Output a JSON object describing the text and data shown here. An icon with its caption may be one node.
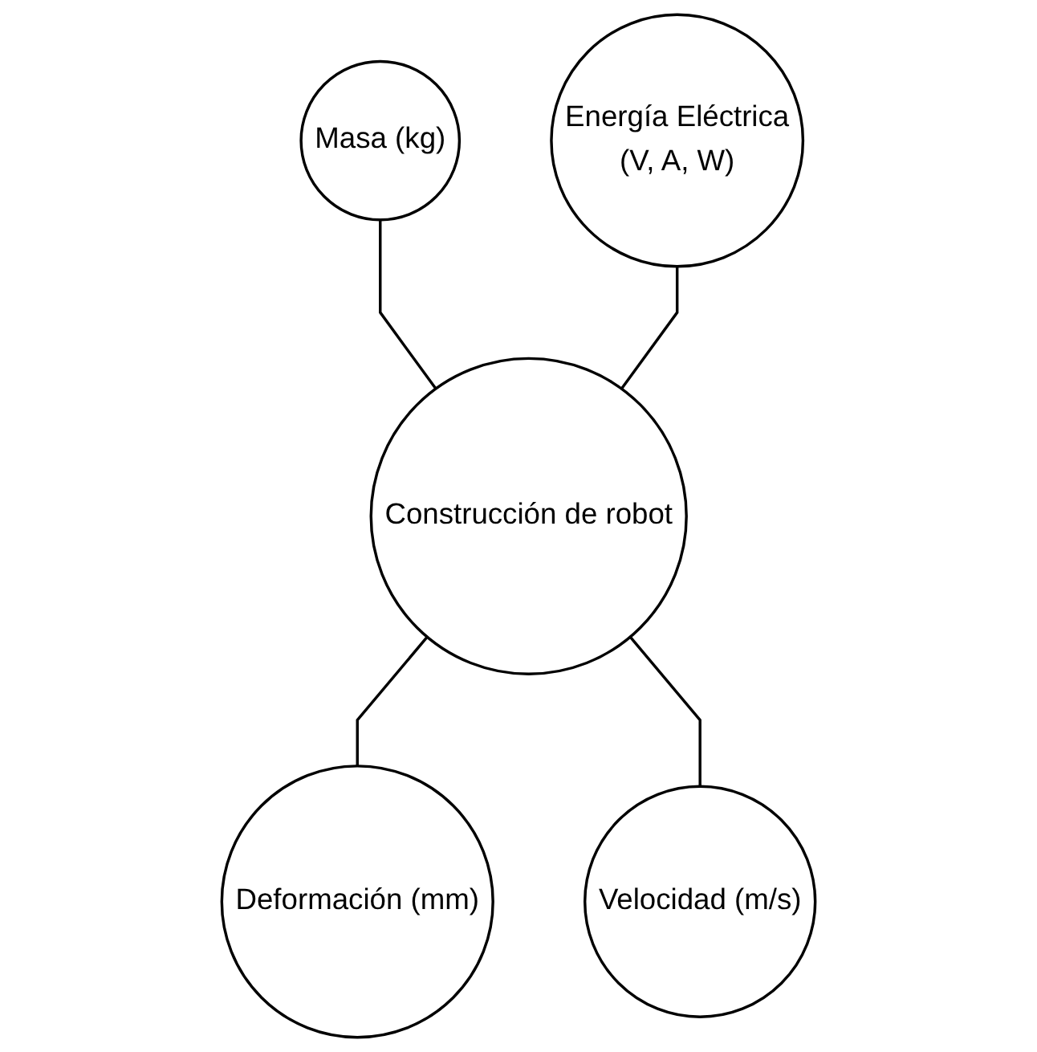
{
  "diagram": {
    "nodes": [
      {
        "text": [
          "Masa (kg)"
        ]
      },
      {
        "text": [
          "Energía Eléctrica",
          "(V, A, W)"
        ]
      },
      {
        "text": [
          "Construcción de robot"
        ]
      },
      {
        "text": [
          "Deformación (mm)"
        ]
      },
      {
        "text": [
          "Velocidad (m/s)"
        ]
      }
    ],
    "edges": [
      {
        "from": 0,
        "to": 2,
        "arrow": "none"
      },
      {
        "from": 1,
        "to": 2,
        "arrow": "none"
      },
      {
        "from": 2,
        "to": 3,
        "arrow": "none"
      },
      {
        "from": 2,
        "to": 4,
        "arrow": "none"
      }
    ]
  }
}
